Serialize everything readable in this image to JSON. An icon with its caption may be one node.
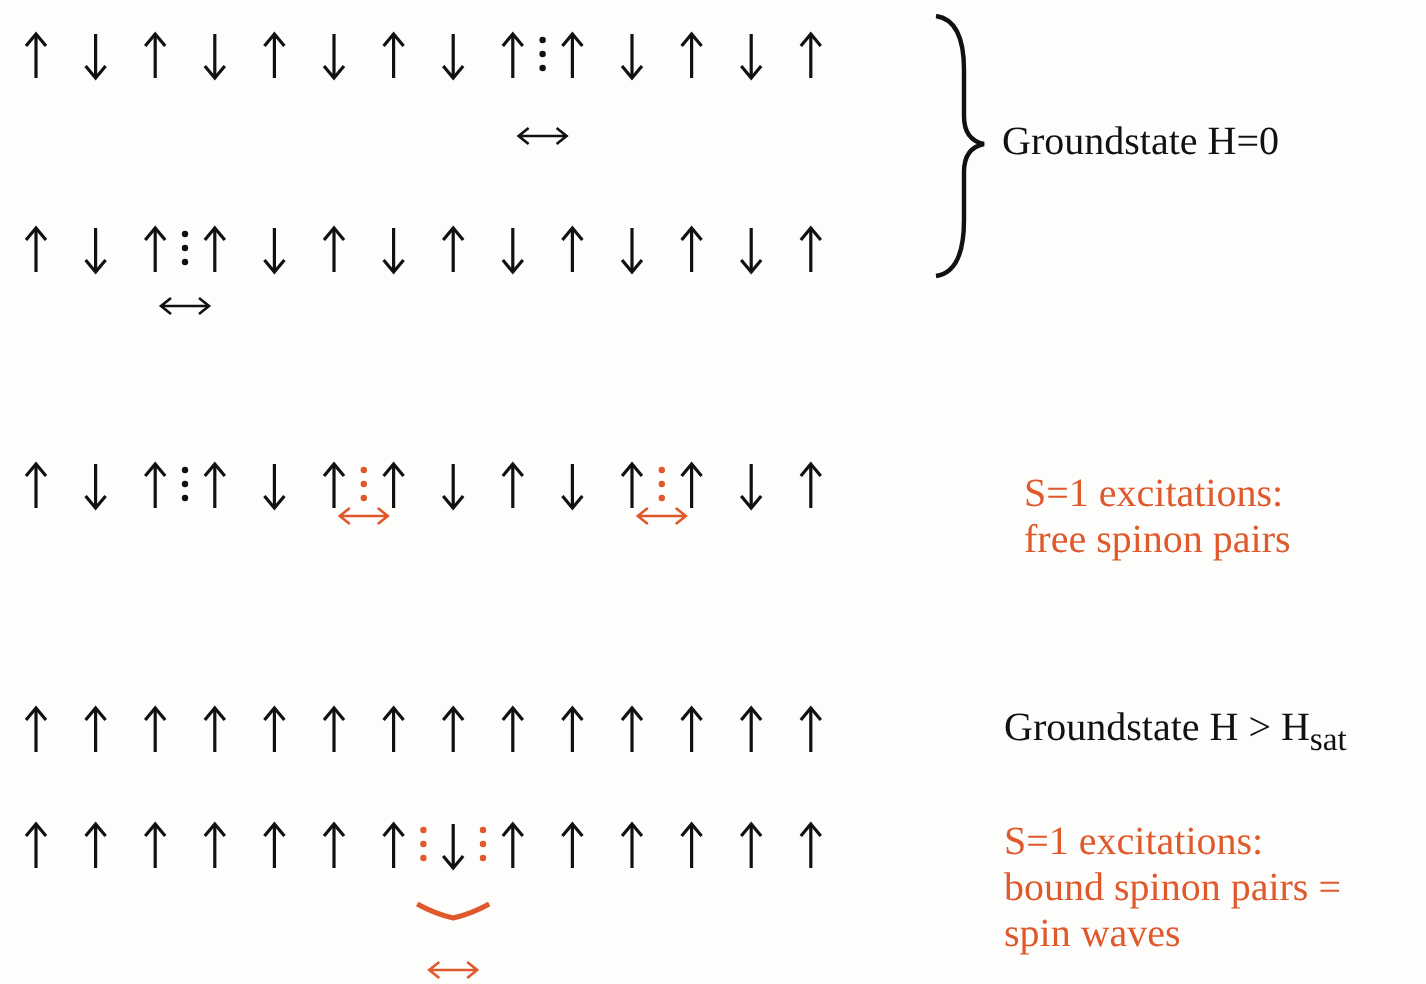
{
  "diagram": {
    "labels": [
      "Groundstate H=0",
      "S=1 excitations: free spinon pairs",
      "Groundstate H > H$_{sat}$",
      "S=1 excitations: bound spinon pairs = spin waves"
    ]
  }
}
